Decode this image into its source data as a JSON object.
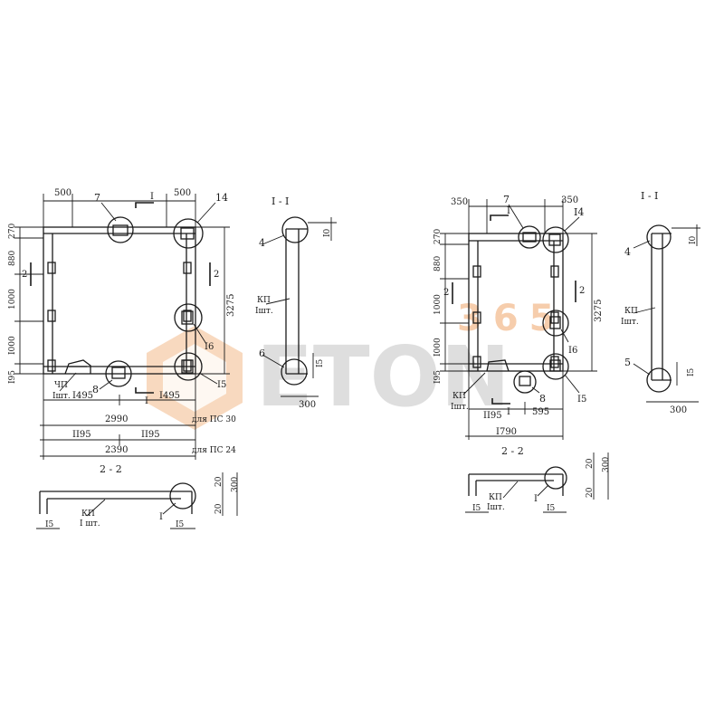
{
  "watermark": {
    "brand": "ETON",
    "number": "365"
  },
  "left": {
    "dims_top": [
      "500",
      "500"
    ],
    "callouts": {
      "c7": "7",
      "c14": "14",
      "c15": "I5",
      "c8": "8",
      "c16": "I6"
    },
    "section_mark": "I",
    "vertical_dims": [
      "270",
      "880",
      "1000",
      "I000",
      "I95"
    ],
    "height": "3275",
    "bottom": {
      "half_a": "I495",
      "half_b": "I495",
      "full_30": "2990",
      "label_30": "для ПС 30",
      "half_c": "II95",
      "half_d": "II95",
      "full_24": "2390",
      "label_24": "для ПС 24"
    },
    "arrow_num": "2",
    "kp": {
      "code": "ЧП",
      "qty": "Iшт."
    },
    "section11": {
      "title": "I - I",
      "c4": "4",
      "c6": "6",
      "kp_code": "КП",
      "kp_qty": "Iшт.",
      "width": "300",
      "d10": "I0",
      "d15": "I5"
    },
    "section22": {
      "title": "2 - 2",
      "kp_code": "КП",
      "kp_qty": "I шт.",
      "c1": "I",
      "d15a": "I5",
      "d15b": "I5",
      "d20a": "20",
      "d20b": "20",
      "d300": "300"
    }
  },
  "right": {
    "dims_top": [
      "350",
      "350"
    ],
    "callouts": {
      "c7": "7",
      "c14": "I4",
      "c15": "I5",
      "c8": "8",
      "c16": "I6"
    },
    "section_mark": "I",
    "vertical_dims": [
      "270",
      "880",
      "1000",
      "I000",
      "I95"
    ],
    "height": "3275",
    "bottom": {
      "half_a": "II95",
      "seg": "595",
      "full": "I790"
    },
    "arrow_num": "2",
    "kp": {
      "code": "КП",
      "qty": "Iшт."
    },
    "section11": {
      "title": "I - I",
      "c4": "4",
      "c5": "5",
      "kp_code": "КП",
      "kp_qty": "Iшт.",
      "width": "300",
      "d10": "I0",
      "d15": "I5"
    },
    "section22": {
      "title": "2 - 2",
      "kp_code": "КП",
      "kp_qty": "Iшт.",
      "c1": "I",
      "d15a": "I5",
      "d15b": "I5",
      "d20a": "20",
      "d20b": "20",
      "d300": "300"
    }
  },
  "colors": {
    "ink": "#1a1a1a",
    "watermark_orange": "#f3b98a",
    "watermark_gray": "#c9c9c9"
  }
}
